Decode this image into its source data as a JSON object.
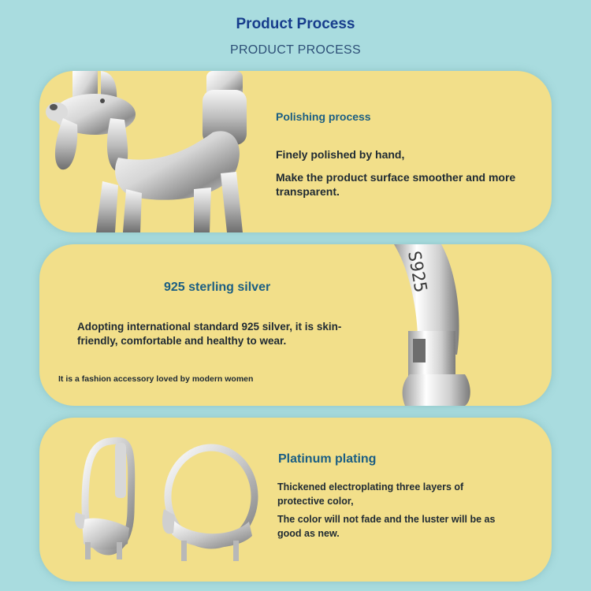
{
  "header": {
    "title": "Product Process",
    "subtitle": "PRODUCT PROCESS"
  },
  "cards": [
    {
      "heading": "Polishing process",
      "lines": [
        "Finely polished by hand,",
        "Make the product surface smoother and more transparent."
      ],
      "image_icon": "dog-earring-closeup"
    },
    {
      "heading": "925 sterling silver",
      "lines": [
        "Adopting international standard 925 silver, it is skin-friendly, comfortable and healthy to wear.",
        "It is a fashion accessory loved by modern women"
      ],
      "stamp": "S925",
      "image_icon": "earring-hinge-closeup"
    },
    {
      "heading": "Platinum plating",
      "lines": [
        "Thickened electroplating three layers of protective color,",
        "The color will not fade and the luster will be as good as new."
      ],
      "image_icon": "pair-of-dog-hoop-earrings"
    }
  ],
  "colors": {
    "background": "#a9dcdf",
    "card": "#f2df8a",
    "heading": "#1b5e83",
    "title": "#173d8c"
  }
}
